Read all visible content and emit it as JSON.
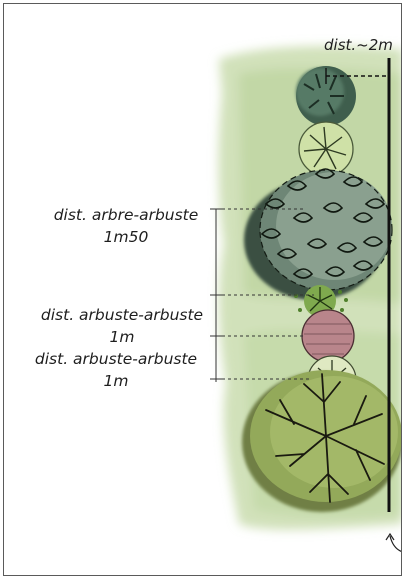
{
  "labels": {
    "tree_shrub": {
      "line1": "dist. arbre-arbuste",
      "line2": "1m50"
    },
    "shrub_shrub_1": {
      "line1": "dist. arbuste-arbuste",
      "line2": "1m"
    },
    "shrub_shrub_2": {
      "line1": "dist. arbuste-arbuste",
      "line2": "1m"
    },
    "edge_distance": "dist.~2m"
  },
  "colors": {
    "wash_green": "#c9dcae",
    "dark_tree": "#2f4a38",
    "shrub_green": "#9fbd6a",
    "pink_shrub": "#b9858b",
    "olive_tree": "#93a95a",
    "line": "#111111"
  },
  "icons": [
    "curved-arrow-icon"
  ]
}
